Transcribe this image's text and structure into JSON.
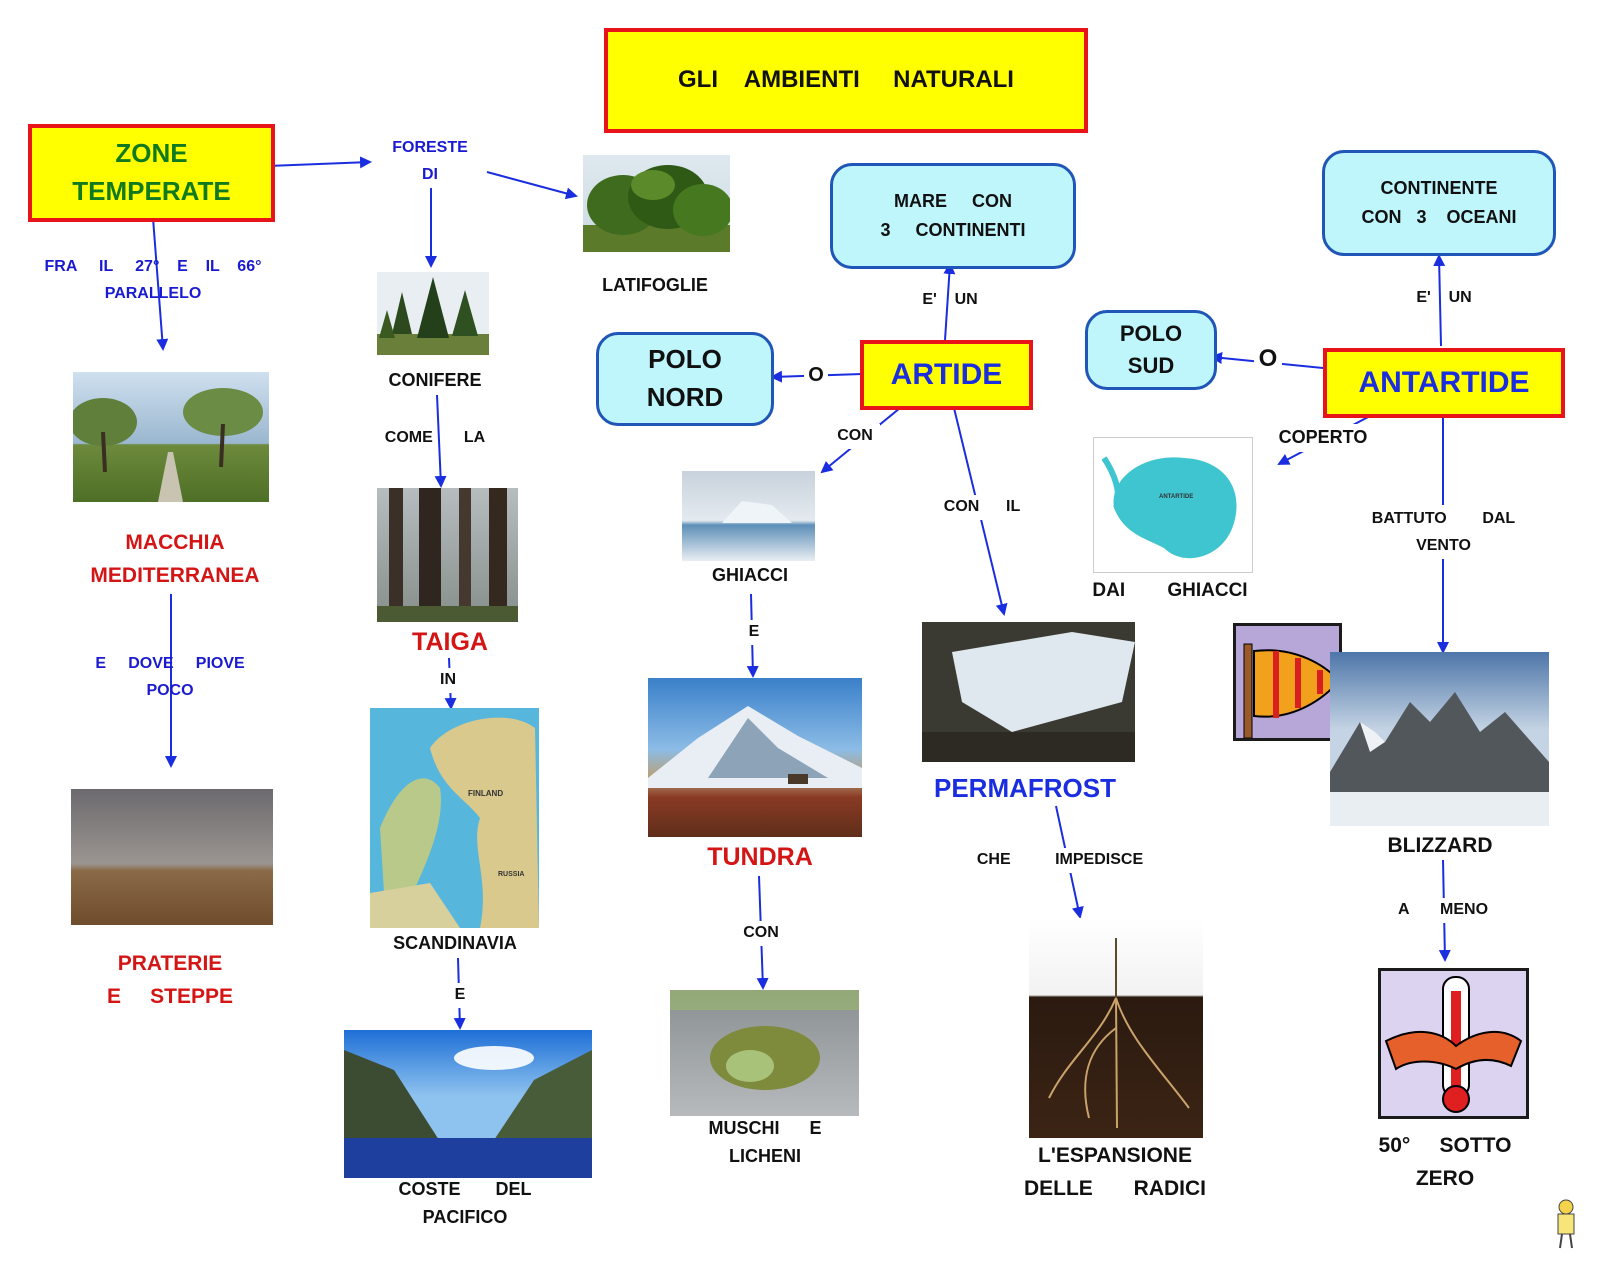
{
  "title": "GLI    AMBIENTI     NATURALI",
  "nodes": {
    "zone_temperate": "ZONE\nTEMPERATE",
    "artide": "ARTIDE",
    "antartide": "ANTARTIDE",
    "polo_nord": "POLO\nNORD",
    "polo_sud": "POLO\nSUD",
    "mare_con": "MARE     CON\n3     CONTINENTI",
    "continente_con": "CONTINENTE\nCON   3    OCEANI"
  },
  "links": {
    "foreste_di": "FORESTE\nDI",
    "fra_parallelo": "FRA     IL     27°    E    IL    66°\nPARALLELO",
    "e_dove_piove": "E     DOVE     PIOVE\nPOCO",
    "come_la": "COME       LA",
    "in": "IN",
    "e_scand": "E",
    "e_un_artide": "E'    UN",
    "e_un_antartide": "E'    UN",
    "o_nord": "O",
    "o_sud": "O",
    "con_ghiacci": "CON",
    "con_il": "CON      IL",
    "e_tundra": "E",
    "con_muschi": "CON",
    "che_impedisce": "CHE          IMPEDISCE",
    "coperto": "COPERTO",
    "battuto": "BATTUTO        DAL\nVENTO",
    "a_meno": "A       MENO"
  },
  "captions": {
    "latifoglie": "LATIFOGLIE",
    "conifere": "CONIFERE",
    "macchia": "MACCHIA\nMEDITERRANEA",
    "praterie": "PRATERIE\nE     STEPPE",
    "taiga": "TAIGA",
    "scandinavia": "SCANDINAVIA",
    "coste": "COSTE       DEL\nPACIFICO",
    "ghiacci": "GHIACCI",
    "tundra": "TUNDRA",
    "muschi": "MUSCHI      E\nLICHENI",
    "permafrost": "PERMAFROST",
    "espansione": "L'ESPANSIONE\nDELLE       RADICI",
    "dai_ghiacci": "DAI        GHIACCI",
    "blizzard": "BLIZZARD",
    "sotto_zero": "50°     SOTTO\nZERO"
  },
  "map_labels": {
    "finland": "FINLAND",
    "russia": "RUSSIA",
    "antarctica": "ANTARTIDE"
  },
  "colors": {
    "arrow": "#1a2ee0",
    "yellow_box": "#ffff00",
    "red_border": "#e8141a",
    "cyan_box": "#bff6fb",
    "cyan_border": "#1f56b8",
    "caption_red": "#d41515",
    "link_blue": "#1a1ad0"
  }
}
